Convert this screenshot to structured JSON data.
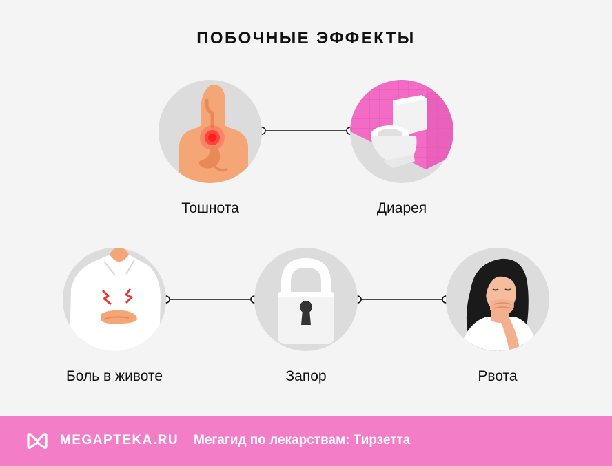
{
  "title": "ПОБОЧНЫЕ ЭФФЕКТЫ",
  "effects": [
    {
      "label": "Тошнота",
      "icon": "nausea-illustration"
    },
    {
      "label": "Диарея",
      "icon": "toilet-illustration"
    },
    {
      "label": "Боль в животе",
      "icon": "stomach-pain-illustration"
    },
    {
      "label": "Запор",
      "icon": "padlock-illustration"
    },
    {
      "label": "Рвота",
      "icon": "vomiting-woman-illustration"
    }
  ],
  "footer": {
    "brand": "MEGAPTEKA.RU",
    "subtitle": "Мегагид по лекарствам: Тирзетта"
  },
  "colors": {
    "background": "#f4f4f4",
    "circle": "#dcdcdc",
    "footer": "#f47dc8",
    "accent_pink": "#f26bc5",
    "skin": "#f5a676"
  }
}
